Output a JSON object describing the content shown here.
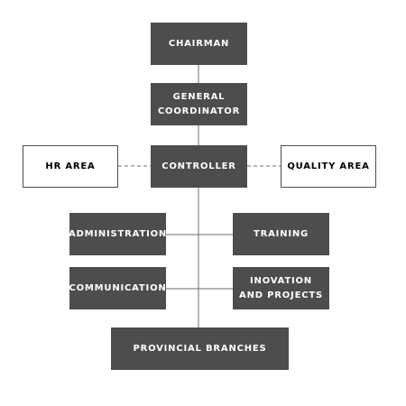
{
  "colors": {
    "box_fill": "#4d4d4d",
    "box_text": "#ffffff",
    "side_box_border": "#4d4d4d",
    "connector": "#7a6a6a"
  },
  "boxes": {
    "chairman": "CHAIRMAN",
    "general_coordinator": "GENERAL\nCOORDINATOR",
    "controller": "CONTROLLER",
    "hr_area": "HR AREA",
    "quality_area": "QUALITY AREA",
    "administration": "ADMINISTRATION",
    "training": "TRAINING",
    "communication": "COMMUNICATION",
    "inovation_projects": "INOVATION\nAND PROJECTS",
    "provincial_branches": "PROVINCIAL BRANCHES"
  }
}
